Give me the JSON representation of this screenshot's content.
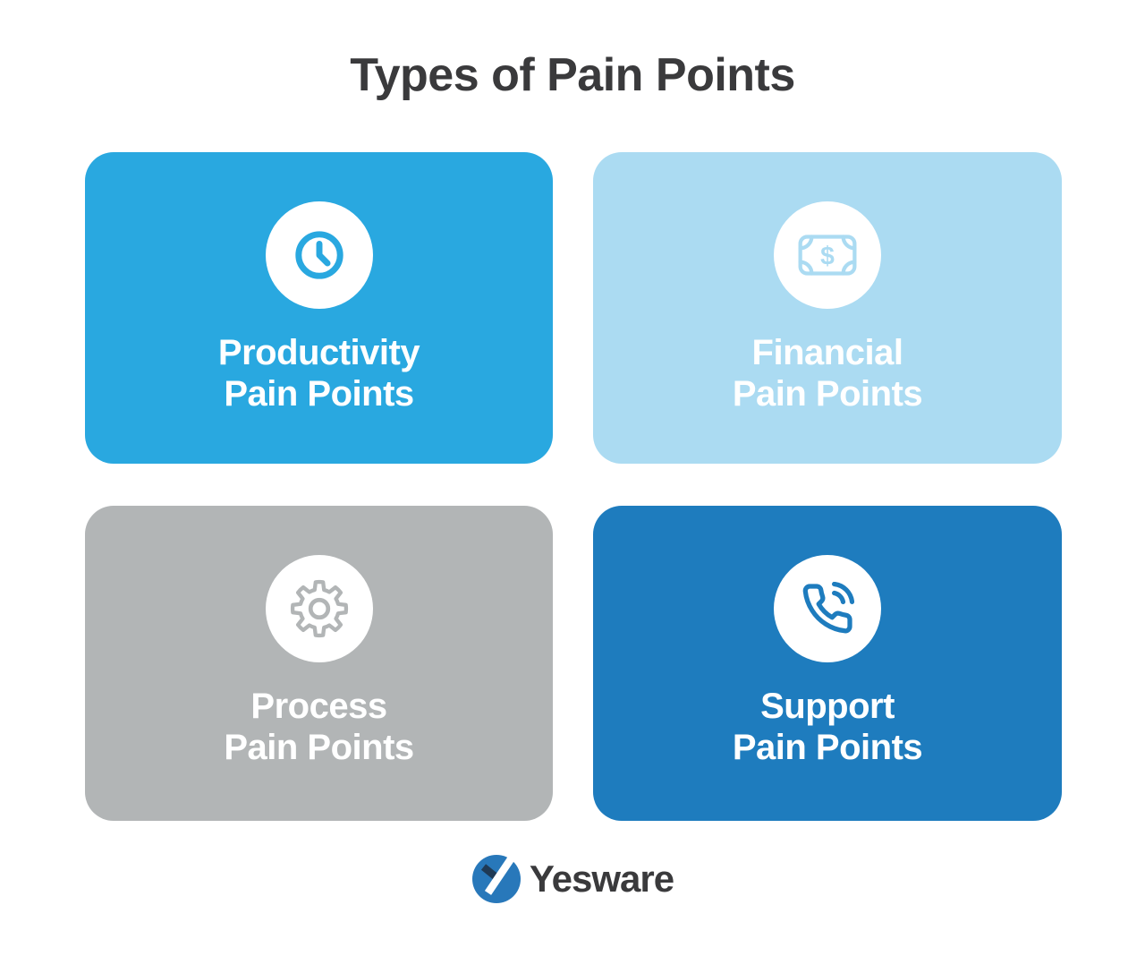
{
  "title": "Types of Pain Points",
  "cards": [
    {
      "label_line1": "Productivity",
      "label_line2": "Pain Points",
      "bg": "#29A8E0",
      "icon": "clock-icon"
    },
    {
      "label_line1": "Financial",
      "label_line2": "Pain Points",
      "bg": "#ABDBF2",
      "icon": "money-icon",
      "icon_glyph": "$"
    },
    {
      "label_line1": "Process",
      "label_line2": "Pain Points",
      "bg": "#B2B5B6",
      "icon": "gear-icon"
    },
    {
      "label_line1": "Support",
      "label_line2": "Pain Points",
      "bg": "#1E7CBE",
      "icon": "phone-icon"
    }
  ],
  "footer": {
    "brand": "Yesware",
    "logo_blue": "#2878BA",
    "logo_navy": "#1F3A55",
    "wordmark_color": "#3A3A3C"
  },
  "colors": {
    "background": "#FFFFFF",
    "title_text": "#3A3A3C",
    "card_text": "#FFFFFF",
    "icon_badge": "#FFFFFF"
  }
}
